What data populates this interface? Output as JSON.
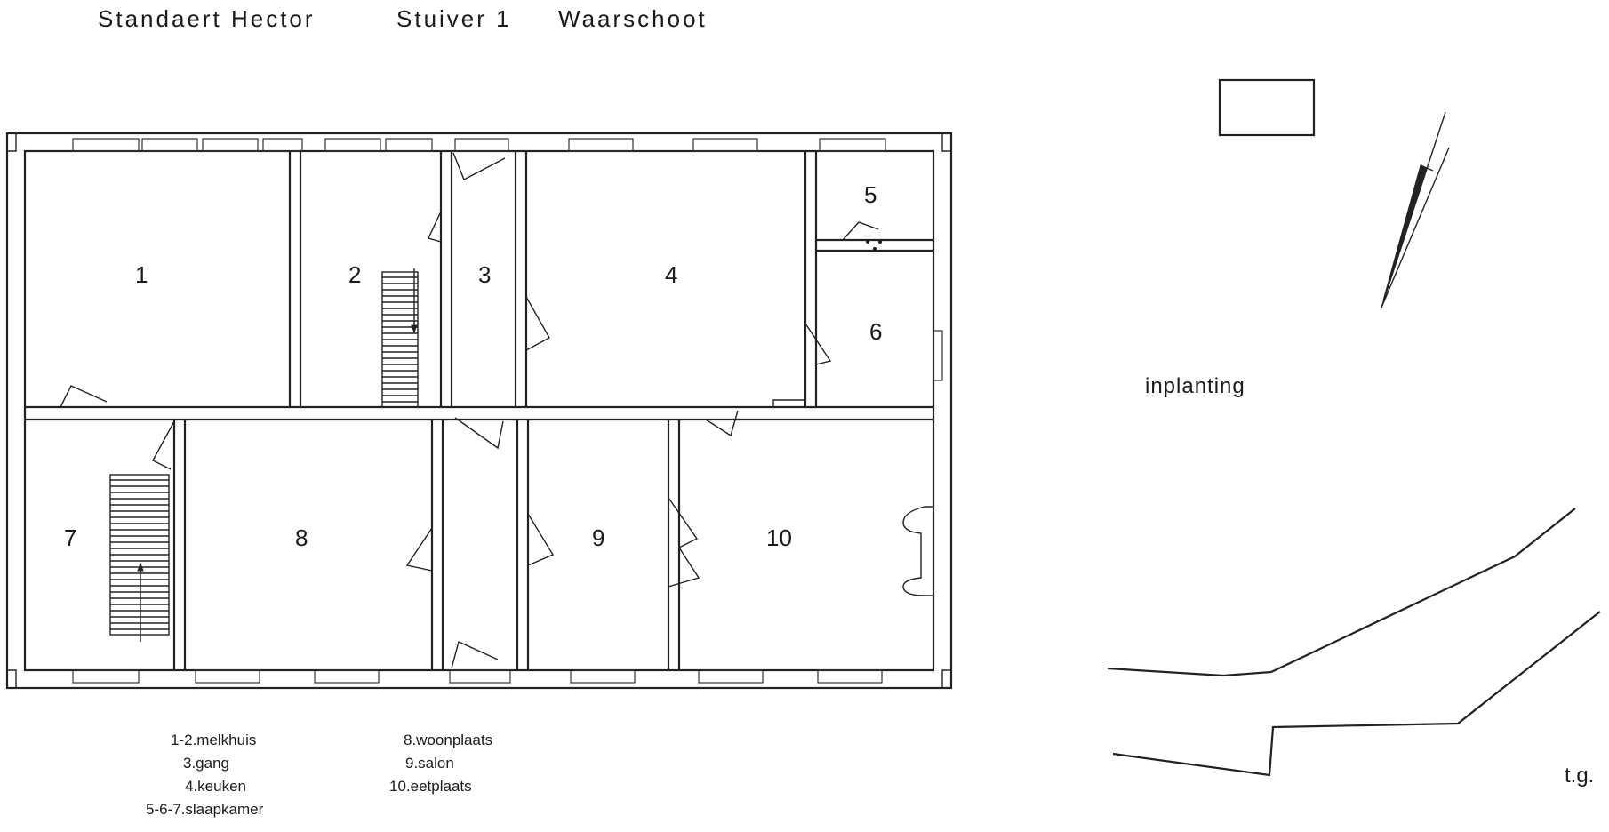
{
  "title": {
    "name": "Standaert Hector",
    "address": "Stuiver 1",
    "town": "Waarschoot"
  },
  "rooms": [
    {
      "number": "1"
    },
    {
      "number": "2"
    },
    {
      "number": "3"
    },
    {
      "number": "4"
    },
    {
      "number": "5"
    },
    {
      "number": "6"
    },
    {
      "number": "7"
    },
    {
      "number": "8"
    },
    {
      "number": "9"
    },
    {
      "number": "10"
    }
  ],
  "legend": {
    "left": [
      "1-2.melkhuis",
      "3.gang",
      "4.keuken",
      "5-6-7.slaapkamer"
    ],
    "right": [
      "8.woonplaats",
      "9.salon",
      "10.eetplaats"
    ]
  },
  "site_plan": {
    "label": "inplanting"
  },
  "initials": "t.g."
}
